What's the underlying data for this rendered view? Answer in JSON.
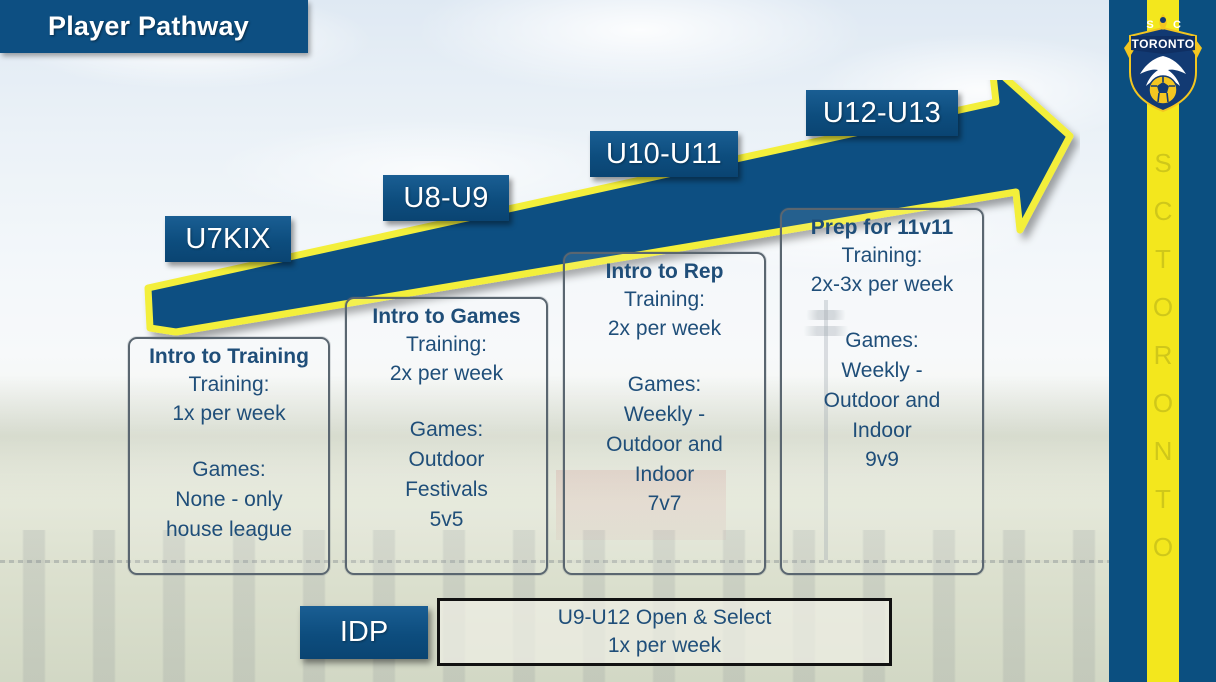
{
  "title": {
    "text": "Player Pathway"
  },
  "brand": {
    "crest_name": "sc-toronto-crest",
    "crest_top_left": "S",
    "crest_top_right": "C",
    "crest_banner": "TORONTO",
    "vertical_letters": [
      "S",
      "C",
      "T",
      "O",
      "R",
      "O",
      "N",
      "T",
      "O"
    ],
    "stripe_blue": "#0b4f80",
    "stripe_yellow": "#f3e71d"
  },
  "arrow": {
    "fill": "#0d4f82",
    "outline": "#f3ef3a",
    "label": "progression-arrow"
  },
  "age_chips": [
    {
      "id": "u7kix",
      "label": "U7KIX"
    },
    {
      "id": "u8-u9",
      "label": "U8-U9"
    },
    {
      "id": "u10-u11",
      "label": "U10-U11"
    },
    {
      "id": "u12-u13",
      "label": "U12-U13"
    }
  ],
  "stages": [
    {
      "id": "intro-to-training",
      "heading": "Intro to Training",
      "training_label": "Training:",
      "training_value": "1x per week",
      "games_label": "Games:",
      "games_lines": [
        "None - only",
        "house league"
      ],
      "format": ""
    },
    {
      "id": "intro-to-games",
      "heading": "Intro to Games",
      "training_label": "Training:",
      "training_value": "2x per week",
      "games_label": "Games:",
      "games_lines": [
        "Outdoor",
        "Festivals"
      ],
      "format": "5v5"
    },
    {
      "id": "intro-to-rep",
      "heading": "Intro to Rep",
      "training_label": "Training:",
      "training_value": "2x per week",
      "games_label": "Games:",
      "games_lines": [
        "Weekly -",
        "Outdoor and",
        "Indoor"
      ],
      "format": "7v7"
    },
    {
      "id": "prep-for-11v11",
      "heading": "Prep for 11v11",
      "training_label": "Training:",
      "training_value": "2x-3x per week",
      "games_label": "Games:",
      "games_lines": [
        "Weekly -",
        "Outdoor and",
        "Indoor"
      ],
      "format": "9v9"
    }
  ],
  "idp": {
    "chip_label": "IDP",
    "line1": "U9-U12 Open & Select",
    "line2": "1x per week"
  },
  "colors": {
    "banner_blue": "#0d4f82",
    "text_navy": "#1f4e79",
    "box_border": "#5a6670",
    "idp_border": "#111111",
    "accent_yellow": "#f3e71d"
  }
}
